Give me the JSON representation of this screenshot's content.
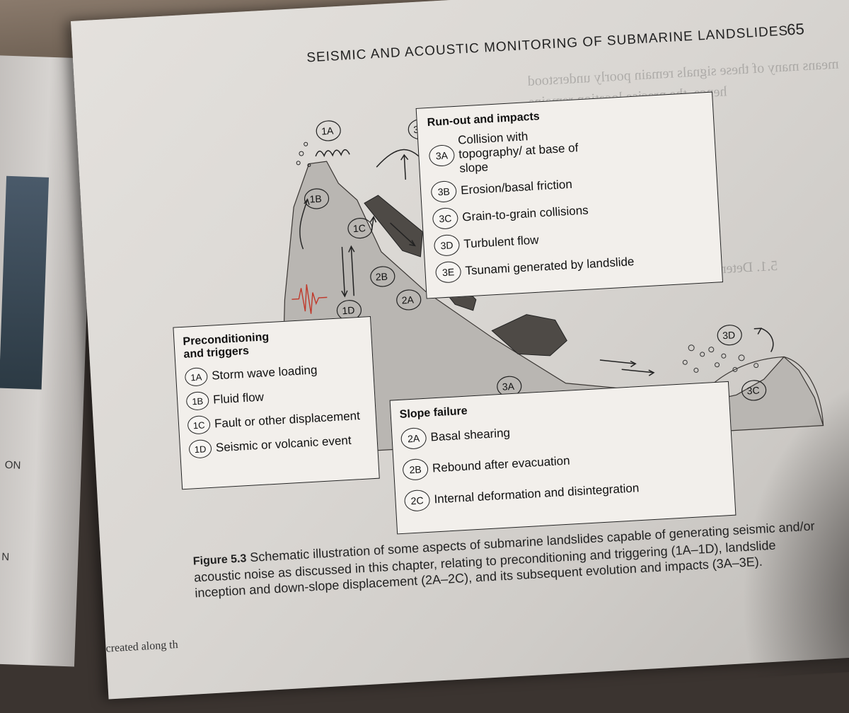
{
  "header": {
    "running_title": "SEISMIC AND ACOUSTIC MONITORING OF SUBMARINE LANDSLIDES",
    "page_number": "65"
  },
  "left_page": {
    "fragments": [
      "ON",
      "N"
    ]
  },
  "diagram": {
    "markers": {
      "m1A": "1A",
      "m1B": "1B",
      "m1C": "1C",
      "m1D": "1D",
      "m2A": "2A",
      "m2B": "2B",
      "m2C": "2C",
      "m3A": "3A",
      "m3B": "3B",
      "m3C": "3C",
      "m3D": "3D",
      "m3E": "3E"
    }
  },
  "runout_box": {
    "title": "Run-out and impacts",
    "items": [
      {
        "code": "3A",
        "text": "Collision with topography/ at base of slope"
      },
      {
        "code": "3B",
        "text": "Erosion/basal friction"
      },
      {
        "code": "3C",
        "text": "Grain-to-grain collisions"
      },
      {
        "code": "3D",
        "text": "Turbulent flow"
      },
      {
        "code": "3E",
        "text": "Tsunami generated by landslide"
      }
    ]
  },
  "precond_box": {
    "title_line1": "Preconditioning",
    "title_line2": "and triggers",
    "items": [
      {
        "code": "1A",
        "text": "Storm wave loading"
      },
      {
        "code": "1B",
        "text": "Fluid flow"
      },
      {
        "code": "1C",
        "text": "Fault or other displacement"
      },
      {
        "code": "1D",
        "text": "Seismic or volcanic event"
      }
    ]
  },
  "slope_box": {
    "title": "Slope failure",
    "items": [
      {
        "code": "2A",
        "text": "Basal shearing"
      },
      {
        "code": "2B",
        "text": "Rebound after evacuation"
      },
      {
        "code": "2C",
        "text": "Internal deformation and disintegration"
      }
    ]
  },
  "caption": {
    "label": "Figure 5.3",
    "text": "Schematic illustration of some aspects of submarine landslides capable of generating seismic and/or acoustic noise as discussed in this chapter, relating to preconditioning and triggering (1A–1D), landslide inception and down-slope displacement (2A–2C), and its subsequent evolution and impacts (3A–3E)."
  },
  "footer_fragment": "created along th",
  "colors": {
    "sediment": "#b9b6b2",
    "landslide_block": "#4e4a46",
    "seismic_trace": "#c0392b",
    "paper": "#e0ddd9"
  }
}
